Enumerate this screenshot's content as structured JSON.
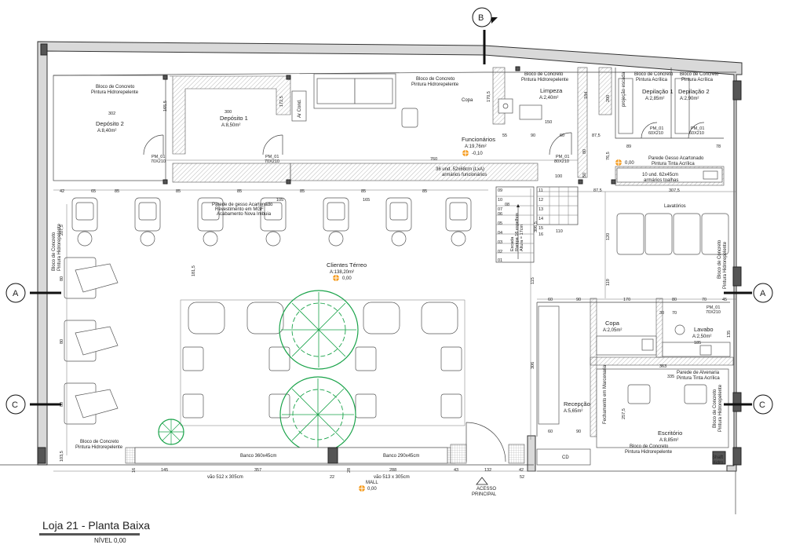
{
  "title": "Loja 21 - Planta Baixa",
  "level": "NÍVEL 0,00",
  "section_marks": {
    "A": "A",
    "B": "B",
    "C": "C"
  },
  "rooms": {
    "deposito2": {
      "name": "Depósito 2",
      "area": "A:8,40m²"
    },
    "deposito1": {
      "name": "Depósito 1",
      "area": "A:8,50m²"
    },
    "limpeza": {
      "name": "Limpeza",
      "area": "A:2,40m²"
    },
    "funcionarios": {
      "name": "Funcionários",
      "area": "A:19,76m²",
      "level": "-0,10"
    },
    "depilacao1": {
      "name": "Depilação 1",
      "area": "A:2,85m²"
    },
    "depilacao2": {
      "name": "Depilação 2",
      "area": "A:2,90m²"
    },
    "clientes": {
      "name": "Clientes Térreo",
      "area": "A:138,20m²",
      "level": "0,00"
    },
    "copa_top": {
      "name": "Copa"
    },
    "copa": {
      "name": "Copa",
      "area": "A:2,05m²"
    },
    "lavabo": {
      "name": "Lavabo",
      "area": "A:2,50m²"
    },
    "recepcao": {
      "name": "Recepção",
      "area": "A:5,65m²"
    },
    "escritorio": {
      "name": "Escritório",
      "area": "A:8,85m²"
    }
  },
  "annotations": {
    "bloco": [
      "Bloco de Concreto",
      "Pintura Hidrorepelente"
    ],
    "bloco_acr": [
      "Bloco de Concreto",
      "Pintura Acrílica"
    ],
    "gesso_mgf": [
      "Parede de gesso Acartonado",
      "Revestimento em MGF",
      "Acabamento Nova Imbuia"
    ],
    "gesso_tinta": [
      "Parede Gesso Acartonado",
      "Pintura Tinta Acrílica"
    ],
    "alvenaria": [
      "Parede de Alvenaria",
      "Pintura Tinta Acrílica"
    ],
    "armarios_func": [
      "36 und. 52x68cm (LxA)",
      "armários funcionários"
    ],
    "armarios_toalhas": [
      "10 und. 62x45cm",
      "armários toalhas"
    ],
    "lavatorios": "Lavatórios",
    "ar_cond": "Ar Cond.",
    "fechamento": "Fechamento em Marcenaria",
    "projecao": "projeção escada",
    "banco1": "Banco 360x45cm",
    "banco2": "Banco 290x45cm",
    "vao1": "vão 512 x 305cm",
    "vao2": "vão 513 x 305cm",
    "mall": "MALL",
    "mall_level": "0,00",
    "acesso": [
      "ACESSO",
      "PRINCIPAL"
    ],
    "cd": "CD",
    "shaft": [
      "Shaft",
      "Hidro."
    ],
    "level_000": "0,00",
    "door_pm01": "PM_01",
    "door_70x210": "70X210",
    "door_60x210": "60X210",
    "door_80x210": "80X210",
    "stairs": [
      "Escada",
      "Rampa 16 espelhos",
      "Altura = 17cm"
    ]
  },
  "dims": {
    "d302": "302",
    "d300": "300",
    "d165_5": "165,5",
    "d172_5": "172,5",
    "d760": "760",
    "d100": "100",
    "d87_5": "87,5",
    "d307_5": "307,5",
    "d170_5": "170,5",
    "d55": "55",
    "d90": "90",
    "d60": "60",
    "d150": "150",
    "d184": "184",
    "d200": "200",
    "d89": "89",
    "d78": "78",
    "d76_5": "76,5",
    "d80": "80",
    "d50": "50",
    "d42": "42",
    "d65": "65",
    "d85": "85",
    "d105": "105",
    "d165": "165",
    "d110": "110",
    "d207_5": "207,5",
    "d181_5": "181,5",
    "d306_5": "306,5",
    "d119": "119",
    "d120": "120",
    "d115": "115",
    "d170": "170",
    "d70": "70",
    "d45": "45",
    "d30": "30",
    "d363": "363",
    "d335": "335",
    "d185": "185",
    "d135": "135",
    "d306": "306",
    "d257_5": "257,5",
    "d103_5": "103,5",
    "d145": "145",
    "d357": "357",
    "d288": "288",
    "d43": "43",
    "d132": "132",
    "d52": "52",
    "d22": "22",
    "d16": "16",
    "d28": "28"
  },
  "stair_steps": [
    "09",
    "10",
    "11",
    "12",
    "13",
    "14",
    "15",
    "16",
    "01",
    "02",
    "03",
    "04",
    "05",
    "06",
    "07",
    "08"
  ]
}
